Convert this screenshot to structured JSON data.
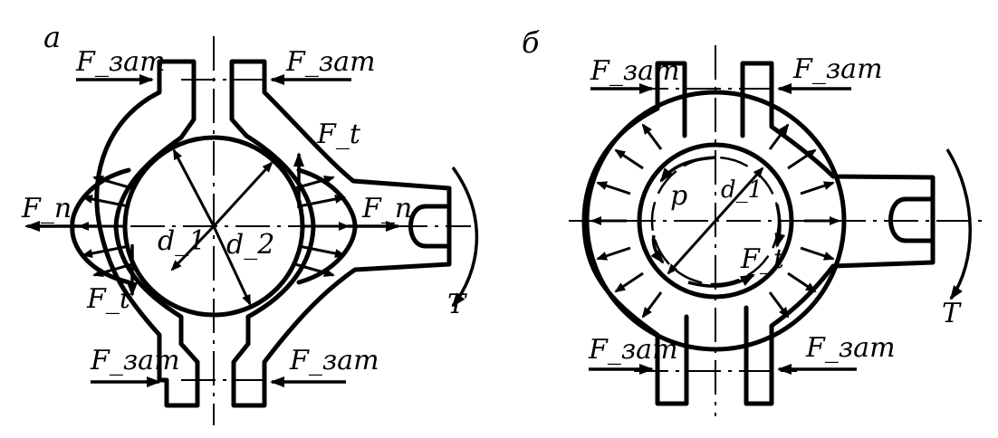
{
  "panels": [
    {
      "id": "a",
      "letter": "a",
      "labels": {
        "f_zat_top_left": "F_зат",
        "f_zat_top_right": "F_зат",
        "f_zat_bottom_left": "F_зат",
        "f_zat_bottom_right": "F_зат",
        "fn_left": "F_n",
        "fn_right": "F_n",
        "ft_top": "F_t",
        "ft_bottom": "F_t",
        "d1": "d_1",
        "d2": "d_2",
        "torque": "T"
      }
    },
    {
      "id": "b",
      "letter": "б",
      "labels": {
        "f_zat_top_left": "F_зат",
        "f_zat_top_right": "F_зат",
        "f_zat_bottom_left": "F_зат",
        "f_zat_bottom_right": "F_зат",
        "p": "p",
        "d1": "d_1",
        "ft": "F_t",
        "torque": "T"
      }
    }
  ]
}
